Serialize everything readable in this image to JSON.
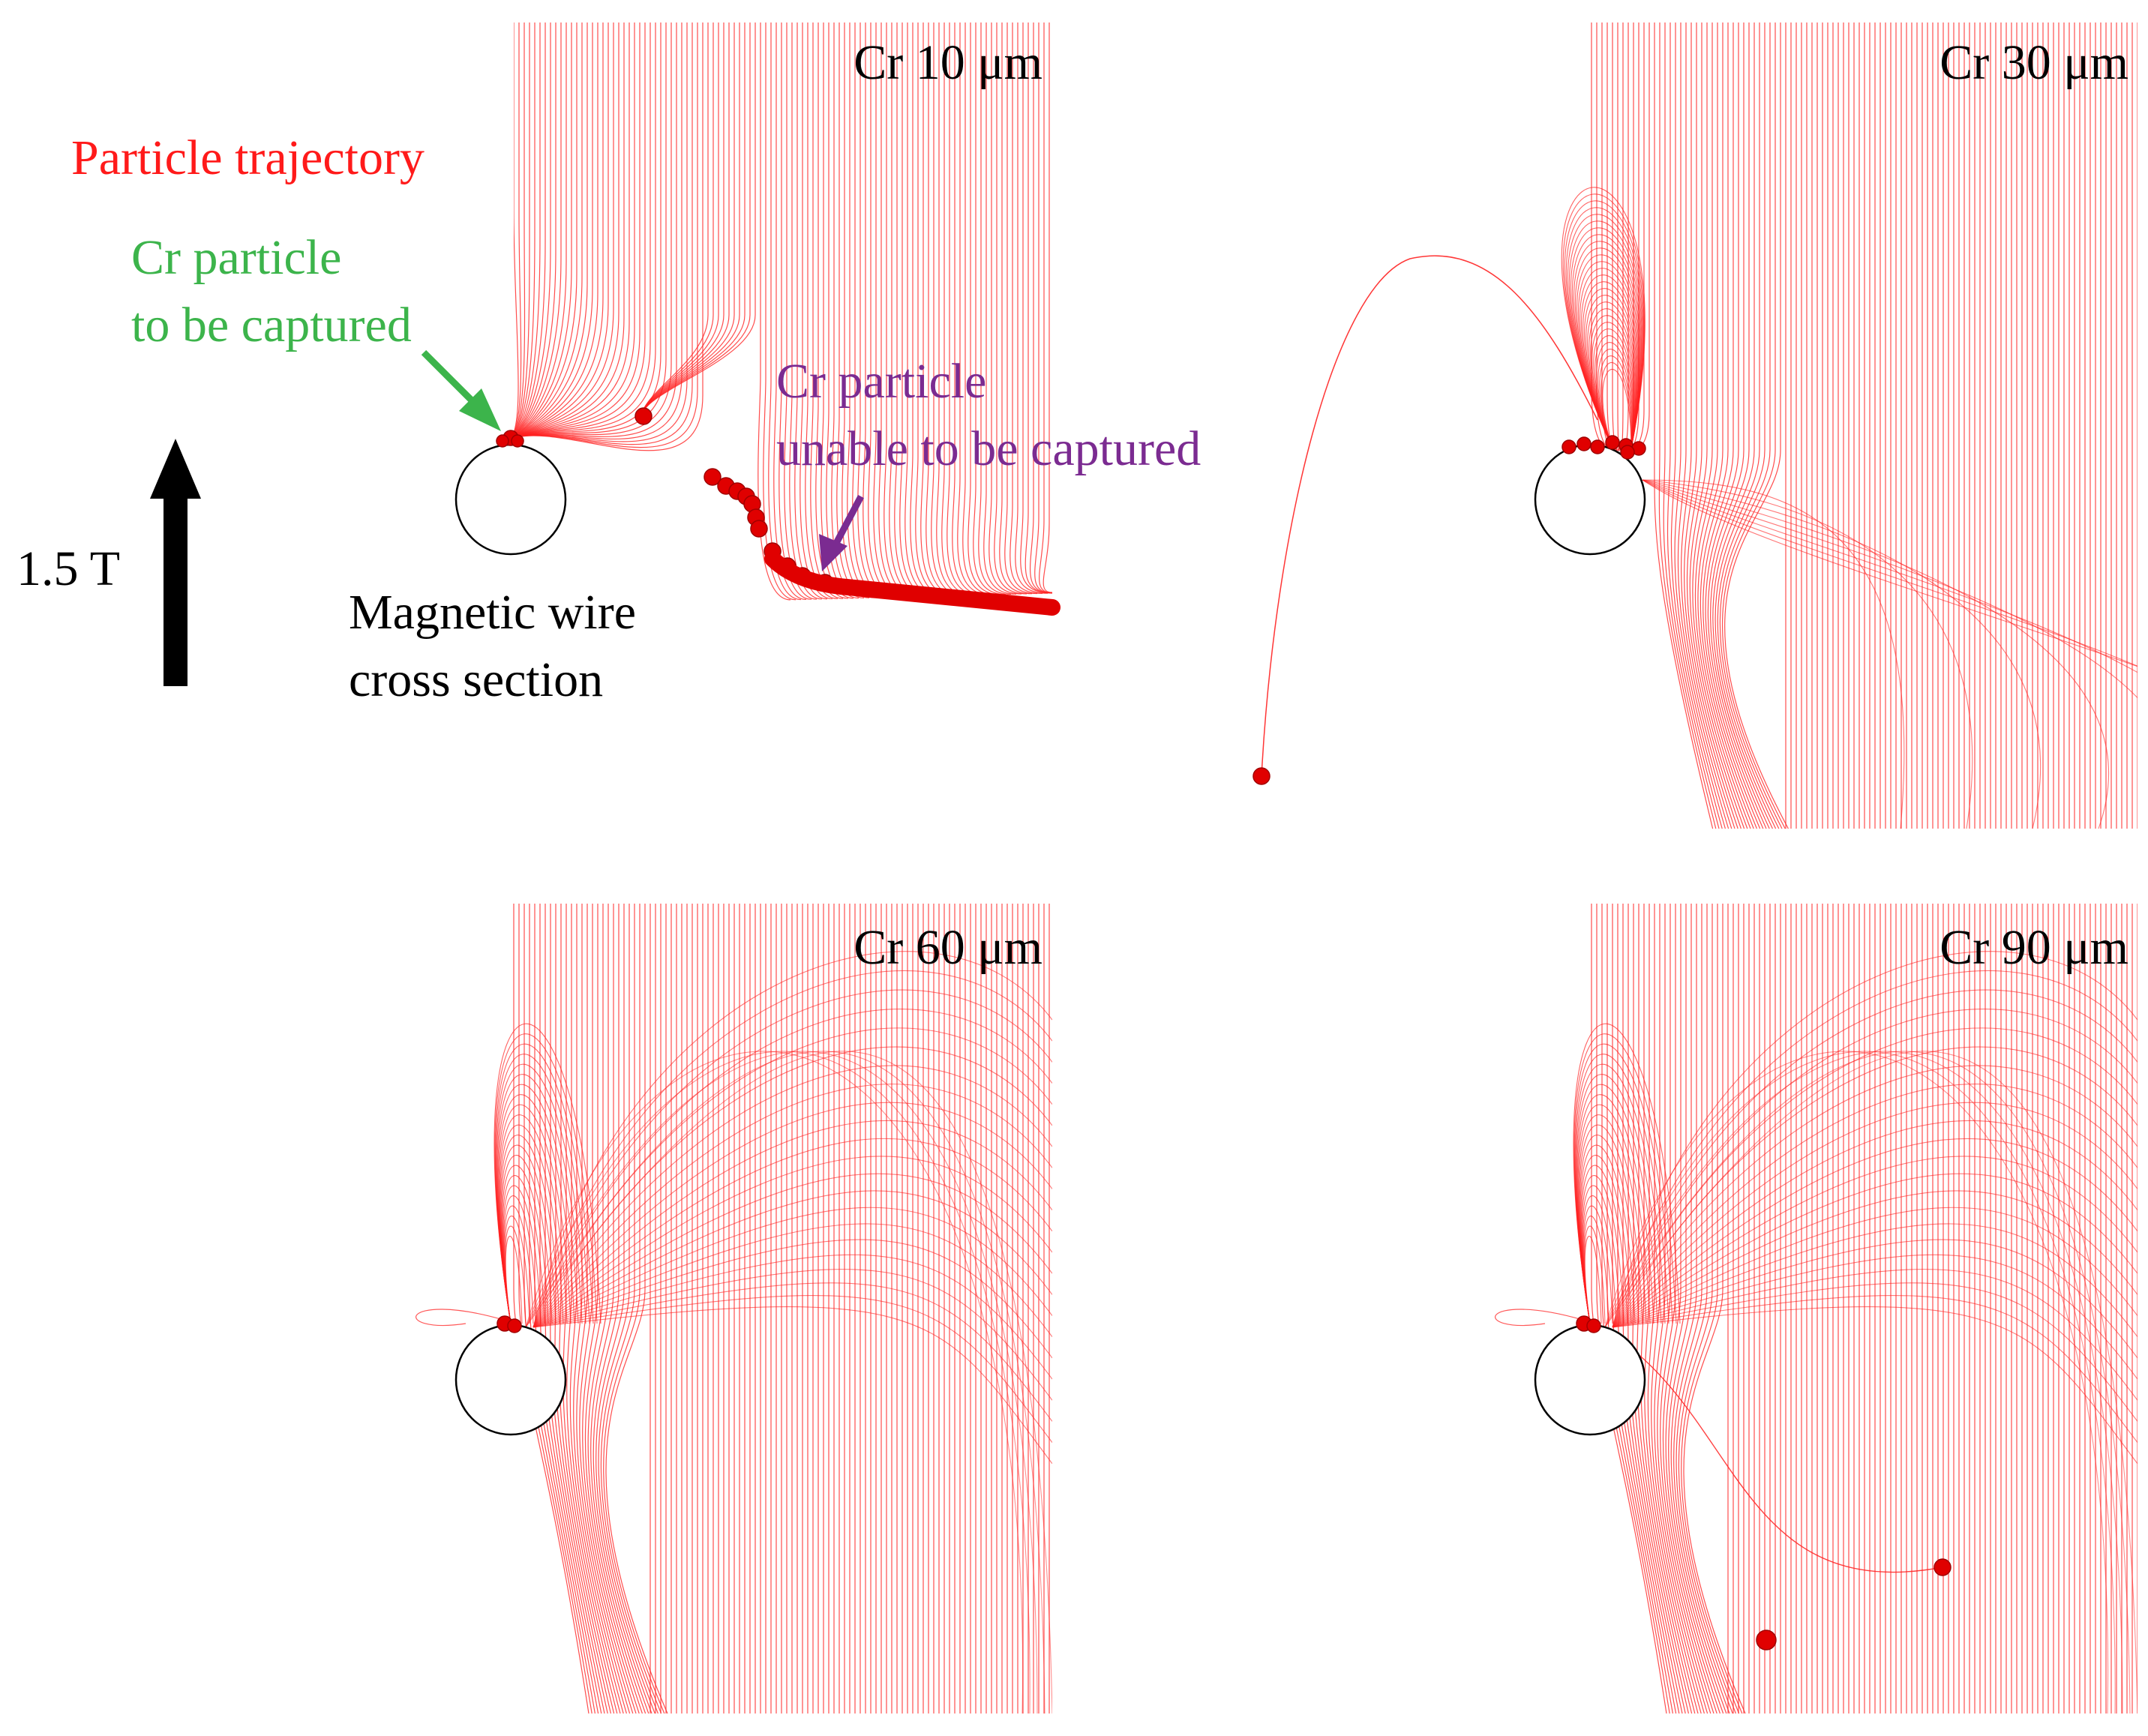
{
  "colors": {
    "trajectory": "#ff2020",
    "particle": "#e00000",
    "captured_annotation": "#3cb44b",
    "uncaptured_annotation": "#7b2b91",
    "field_arrow": "#000000",
    "wire_outline": "#000000"
  },
  "panels": [
    {
      "id": "p10",
      "label": "Cr 10 μm",
      "scenario": "slight-deflection"
    },
    {
      "id": "p30",
      "label": "Cr 30 μm",
      "scenario": "loops-near-wire"
    },
    {
      "id": "p60",
      "label": "Cr 60 μm",
      "scenario": "wide-arcs"
    },
    {
      "id": "p90",
      "label": "Cr 90 μm",
      "scenario": "wide-arcs-escape"
    }
  ],
  "annotations": {
    "trajectory_legend": "Particle trajectory",
    "captured_line1": "Cr particle",
    "captured_line2": "to be captured",
    "uncaptured_line1": "Cr particle",
    "uncaptured_line2": "unable to be captured",
    "wire_line1": "Magnetic wire",
    "wire_line2": "cross section",
    "field_label": "1.5 T"
  }
}
